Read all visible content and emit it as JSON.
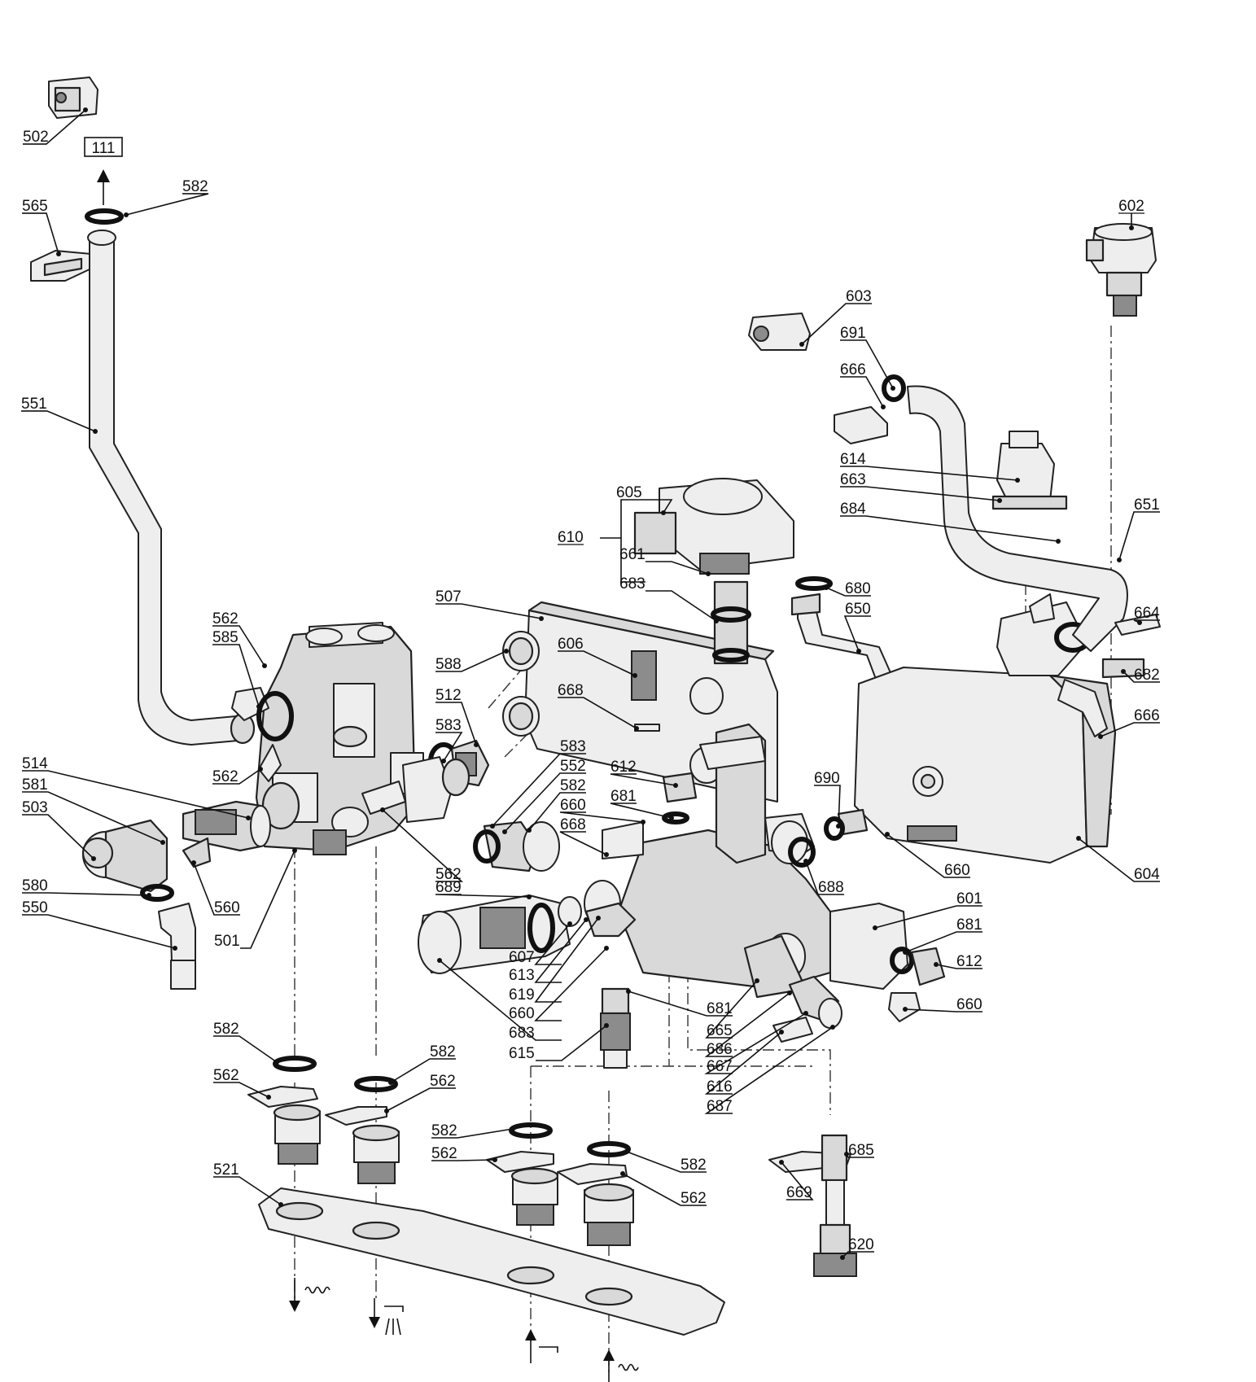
{
  "diagram": {
    "reference_box": "111",
    "labels": {
      "l502": "502",
      "l565": "565",
      "l582a": "582",
      "l551": "551",
      "l562a": "562",
      "l585": "585",
      "l588": "588",
      "l512": "512",
      "l583a": "583",
      "l562b": "562",
      "l514": "514",
      "l581": "581",
      "l503": "503",
      "l580": "580",
      "l550": "550",
      "l560": "560",
      "l501": "501",
      "l562c": "562",
      "l602": "602",
      "l603": "603",
      "l691": "691",
      "l666a": "666",
      "l614": "614",
      "l663": "663",
      "l684": "684",
      "l651": "651",
      "l605": "605",
      "l610": "610",
      "l661": "661",
      "l683a": "683",
      "l507": "507",
      "l606": "606",
      "l668a": "668",
      "l680": "680",
      "l650": "650",
      "l664": "664",
      "l682": "682",
      "l666b": "666",
      "l583b": "583",
      "l552": "552",
      "l582b": "582",
      "l660a": "660",
      "l668b": "668",
      "l612a": "612",
      "l681a": "681",
      "l690": "690",
      "l660b": "660",
      "l604": "604",
      "l688": "688",
      "l689": "689",
      "l601": "601",
      "l681b": "681",
      "l612b": "612",
      "l660c": "660",
      "l607": "607",
      "l613": "613",
      "l619": "619",
      "l660d": "660",
      "l683b": "683",
      "l615": "615",
      "l681c": "681",
      "l665": "665",
      "l686": "686",
      "l667": "667",
      "l616": "616",
      "l687": "687",
      "l582c": "582",
      "l562d": "562",
      "l582d": "582",
      "l562e": "562",
      "l582e": "582",
      "l562f": "562",
      "l582f": "582",
      "l562g": "562",
      "l685": "685",
      "l669": "669",
      "l620": "620",
      "l521": "521"
    }
  }
}
